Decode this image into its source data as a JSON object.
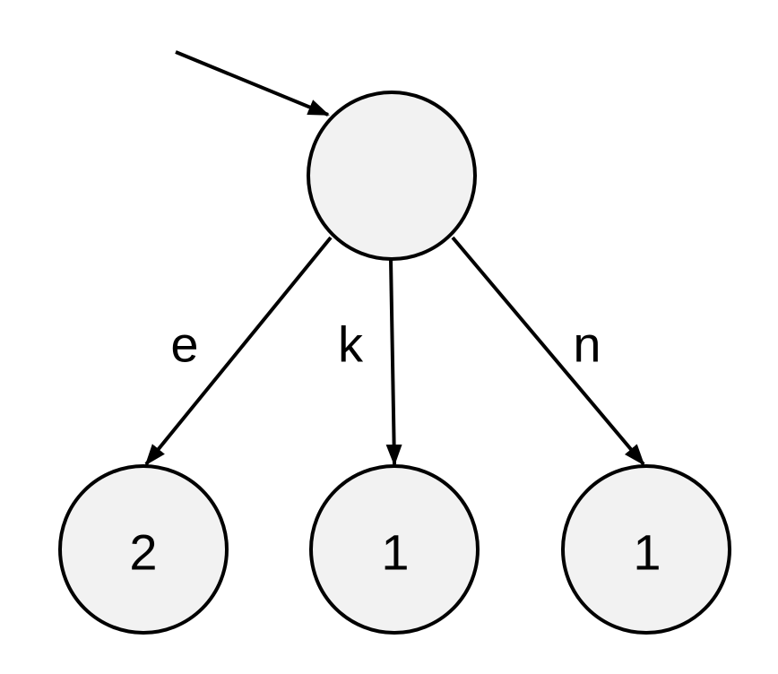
{
  "diagram": {
    "nodes": {
      "root": {
        "label": ""
      },
      "child_e": {
        "label": "2"
      },
      "child_k": {
        "label": "1"
      },
      "child_n": {
        "label": "1"
      }
    },
    "edges": {
      "e": {
        "label": "e"
      },
      "k": {
        "label": "k"
      },
      "n": {
        "label": "n"
      }
    },
    "colors": {
      "node_fill": "#f2f2f2",
      "stroke": "#000000",
      "text": "#000000"
    }
  }
}
